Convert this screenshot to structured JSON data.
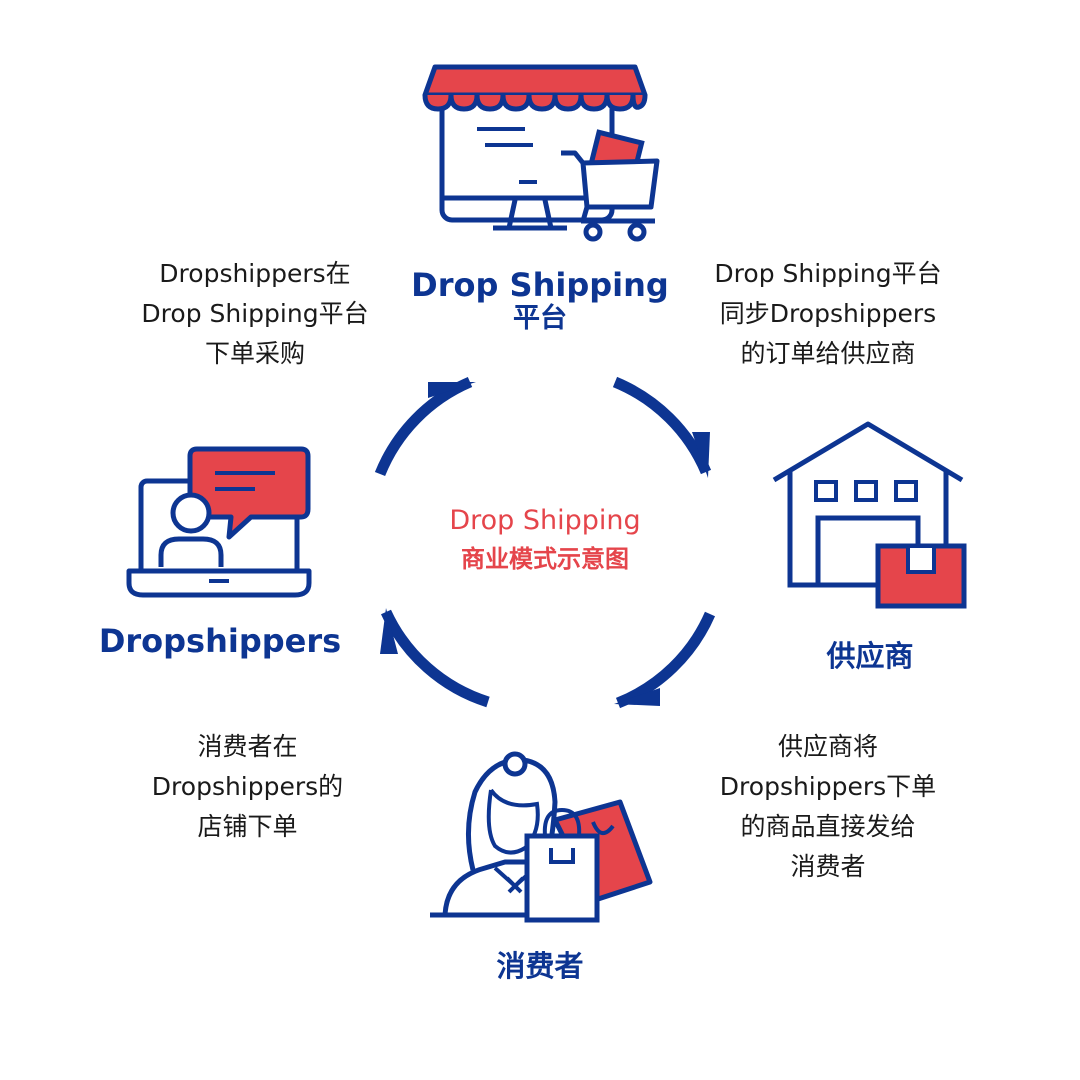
{
  "center": {
    "title_line1": "Drop Shipping",
    "title_line2": "商业模式示意图"
  },
  "nodes": {
    "platform": {
      "label_line1": "Drop Shipping",
      "label_line2": "平台",
      "icon": "storefront-computer-cart-icon"
    },
    "supplier": {
      "label": "供应商",
      "icon": "warehouse-box-icon"
    },
    "consumer": {
      "label": "消费者",
      "icon": "woman-shopping-bags-icon"
    },
    "dropshippers": {
      "label": "Dropshippers",
      "icon": "laptop-person-chat-icon"
    }
  },
  "descriptions": {
    "top_left": [
      "Dropshippers在",
      "Drop Shipping平台",
      "下单采购"
    ],
    "top_right": [
      "Drop Shipping平台",
      "同步Dropshippers",
      "的订单给供应商"
    ],
    "bottom_right": [
      "供应商将",
      "Dropshippers下单",
      "的商品直接发给",
      "消费者"
    ],
    "bottom_left": [
      "消费者在",
      "Dropshippers的",
      "店铺下单"
    ]
  },
  "colors": {
    "primary_blue": "#0d3592",
    "accent_red": "#e5454b",
    "text_dark": "#1a1a1a"
  }
}
